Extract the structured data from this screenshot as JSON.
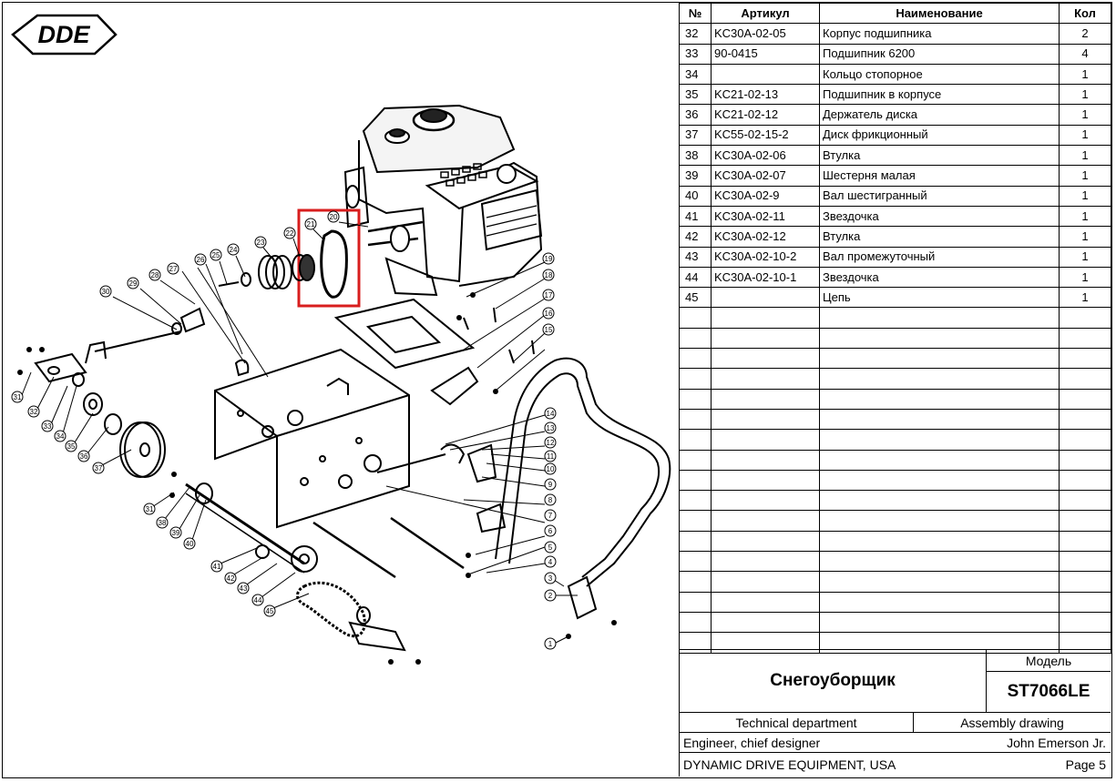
{
  "logo": {
    "text": "DDE"
  },
  "parts_table": {
    "headers": {
      "no": "№",
      "article": "Артикул",
      "name": "Наименование",
      "qty": "Кол"
    },
    "rows": [
      {
        "no": "32",
        "article": "KC30A-02-05",
        "name": "Корпус подшипника",
        "qty": "2"
      },
      {
        "no": "33",
        "article": "90-0415",
        "name": "Подшипник 6200",
        "qty": "4"
      },
      {
        "no": "34",
        "article": "",
        "name": "Кольцо стопорное",
        "qty": "1"
      },
      {
        "no": "35",
        "article": "KC21-02-13",
        "name": "Подшипник в корпусе",
        "qty": "1"
      },
      {
        "no": "36",
        "article": "KC21-02-12",
        "name": "Держатель диска",
        "qty": "1"
      },
      {
        "no": "37",
        "article": "KC55-02-15-2",
        "name": "Диск фрикционный",
        "qty": "1"
      },
      {
        "no": "38",
        "article": "KC30A-02-06",
        "name": "Втулка",
        "qty": "1"
      },
      {
        "no": "39",
        "article": "KC30A-02-07",
        "name": "Шестерня малая",
        "qty": "1"
      },
      {
        "no": "40",
        "article": "KC30A-02-9",
        "name": "Вал шестигранный",
        "qty": "1"
      },
      {
        "no": "41",
        "article": "KC30A-02-11",
        "name": "Звездочка",
        "qty": "1"
      },
      {
        "no": "42",
        "article": "KC30A-02-12",
        "name": "Втулка",
        "qty": "1"
      },
      {
        "no": "43",
        "article": "KC30A-02-10-2",
        "name": "Вал промежуточный",
        "qty": "1"
      },
      {
        "no": "44",
        "article": "KC30A-02-10-1",
        "name": "Звездочка",
        "qty": "1"
      },
      {
        "no": "45",
        "article": "",
        "name": "Цепь",
        "qty": "1"
      }
    ]
  },
  "title_block": {
    "product": "Снегоуборщик",
    "model_label": "Модель",
    "model": "ST7066LE",
    "department": "Technical department",
    "drawing_type": "Assembly drawing",
    "role": "Engineer, chief designer",
    "engineer": "John Emerson Jr.",
    "company": "DYNAMIC DRIVE EQUIPMENT, USA",
    "page": "Page 5"
  },
  "callouts": [
    "1",
    "2",
    "3",
    "4",
    "5",
    "6",
    "7",
    "8",
    "9",
    "10",
    "11",
    "12",
    "13",
    "14",
    "15",
    "16",
    "17",
    "18",
    "19",
    "20",
    "21",
    "22",
    "23",
    "24",
    "25",
    "26",
    "27",
    "28",
    "29",
    "30",
    "31",
    "32",
    "33",
    "34",
    "35",
    "36",
    "37",
    "38",
    "39",
    "40",
    "41",
    "42",
    "43",
    "44",
    "45"
  ],
  "highlight_color": "#d81e1e"
}
